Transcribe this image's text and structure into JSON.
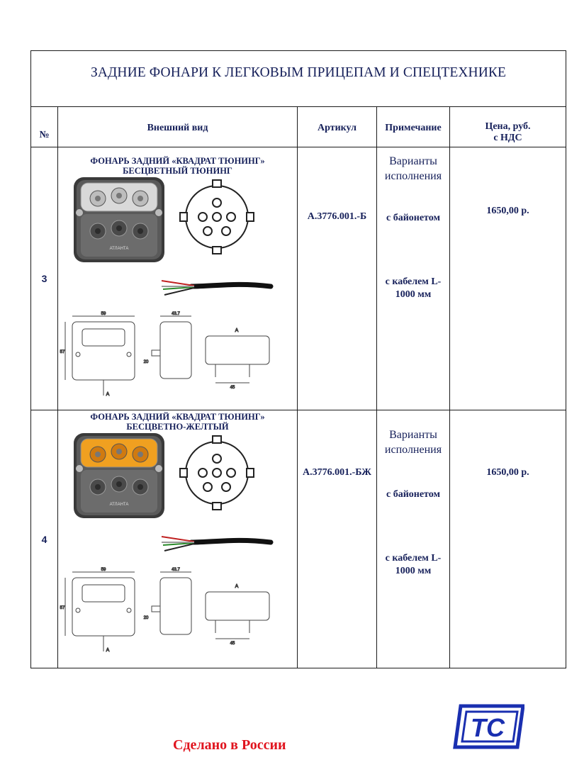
{
  "page": {
    "title": "ЗАДНИЕ ФОНАРИ К ЛЕГКОВЫМ ПРИЦЕПАМ И СПЕЦТЕХНИКЕ",
    "footer_text": "Сделано в России",
    "logo_text": "TC"
  },
  "table": {
    "headers": {
      "number": "№",
      "appearance": "Внешний вид",
      "article": "Артикул",
      "note": "Примечание",
      "price_line1": "Цена, руб.",
      "price_line2": "с НДС"
    },
    "rows": [
      {
        "number": "3",
        "title_line1": "ФОНАРЬ ЗАДНИЙ «КВАДРАТ ТЮНИНГ»",
        "title_line2": "БЕСЦВЕТНЫЙ ТЮНИНГ",
        "article": "А.3776.001.-Б",
        "note_variants_1": "Варианты",
        "note_variants_2": "исполнения",
        "note_option1": "с байонетом",
        "note_option2_1": "с кабелем L-",
        "note_option2_2": "1000 мм",
        "price": "1650,00 р.",
        "lens_color": "#d9d9d9"
      },
      {
        "number": "4",
        "title_line1": "ФОНАРЬ ЗАДНИЙ «КВАДРАТ ТЮНИНГ»",
        "title_line2": "БЕСЦВЕТНО-ЖЕЛТЫЙ",
        "article": "А.3776.001.-БЖ",
        "note_variants_1": "Варианты",
        "note_variants_2": "исполнения",
        "note_option1": "с байонетом",
        "note_option2_1": "с кабелем L-",
        "note_option2_2": "1000 мм",
        "price": "1650,00 р.",
        "lens_color": "#f0a020"
      }
    ]
  },
  "drawing": {
    "dim_width": "59",
    "dim_depth": "43.7",
    "dim_height": "57",
    "dim_small": "20",
    "dim_bottom": "45",
    "view_label": "A",
    "brand_mark": "АТЛАНТА"
  },
  "colors": {
    "text": "#16205a",
    "accent_red": "#e0141e",
    "logo_blue": "#1a2fb0"
  }
}
